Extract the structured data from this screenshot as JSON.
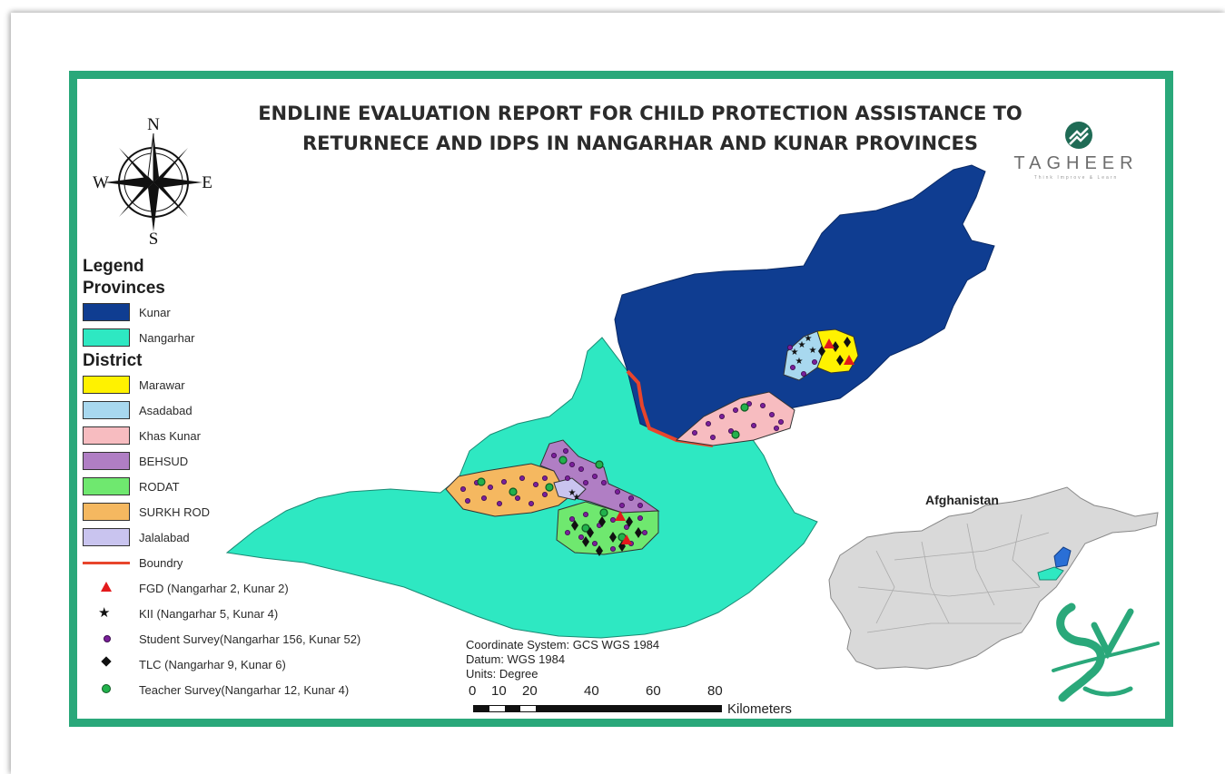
{
  "title_line1": "ENDLINE EVALUATION REPORT FOR CHILD PROTECTION ASSISTANCE TO",
  "title_line2": "RETURNECE AND IDPS IN NANGARHAR AND KUNAR PROVINCES",
  "compass": {
    "n": "N",
    "s": "S",
    "e": "E",
    "w": "W"
  },
  "legend": {
    "heading": "Legend",
    "provinces_heading": "Provinces",
    "provinces": [
      {
        "label": "Kunar",
        "color": "#0f3d91"
      },
      {
        "label": "Nangarhar",
        "color": "#2ee8c2"
      }
    ],
    "district_heading": "District",
    "districts": [
      {
        "label": "Marawar",
        "color": "#fff200"
      },
      {
        "label": "Asadabad",
        "color": "#a8d8ef"
      },
      {
        "label": "Khas Kunar",
        "color": "#f7bcc0"
      },
      {
        "label": "BEHSUD",
        "color": "#b07ec4"
      },
      {
        "label": "RODAT",
        "color": "#6fe86f"
      },
      {
        "label": "SURKH ROD",
        "color": "#f5b860"
      },
      {
        "label": "Jalalabad",
        "color": "#c9c4ef"
      }
    ],
    "boundary_label": "Boundry",
    "boundary_color": "#e8452c",
    "symbols": [
      {
        "label": "FGD (Nangarhar 2, Kunar 2)",
        "icon": "triangle-icon"
      },
      {
        "label": "KII (Nangarhar 5, Kunar 4)",
        "icon": "star-icon"
      },
      {
        "label": "Student Survey(Nangarhar 156, Kunar 52)",
        "icon": "dot-icon"
      },
      {
        "label": "TLC  (Nangarhar 9, Kunar 6)",
        "icon": "diamond-icon"
      },
      {
        "label": "Teacher Survey(Nangarhar 12, Kunar 4)",
        "icon": "green-circle-icon"
      }
    ]
  },
  "coordinate_system": "Coordinate System: GCS WGS 1984",
  "datum": "Datum: WGS 1984",
  "units": "Units: Degree",
  "scale": {
    "ticks": [
      "0",
      "10",
      "20",
      "40",
      "60",
      "80"
    ],
    "unit": "Kilometers"
  },
  "inset_title": "Afghanistan",
  "logo_tagheer": "TAGHEER",
  "logo_tagheer_tagline": "Think Improve & Learn",
  "frame_color": "#2aa87a"
}
